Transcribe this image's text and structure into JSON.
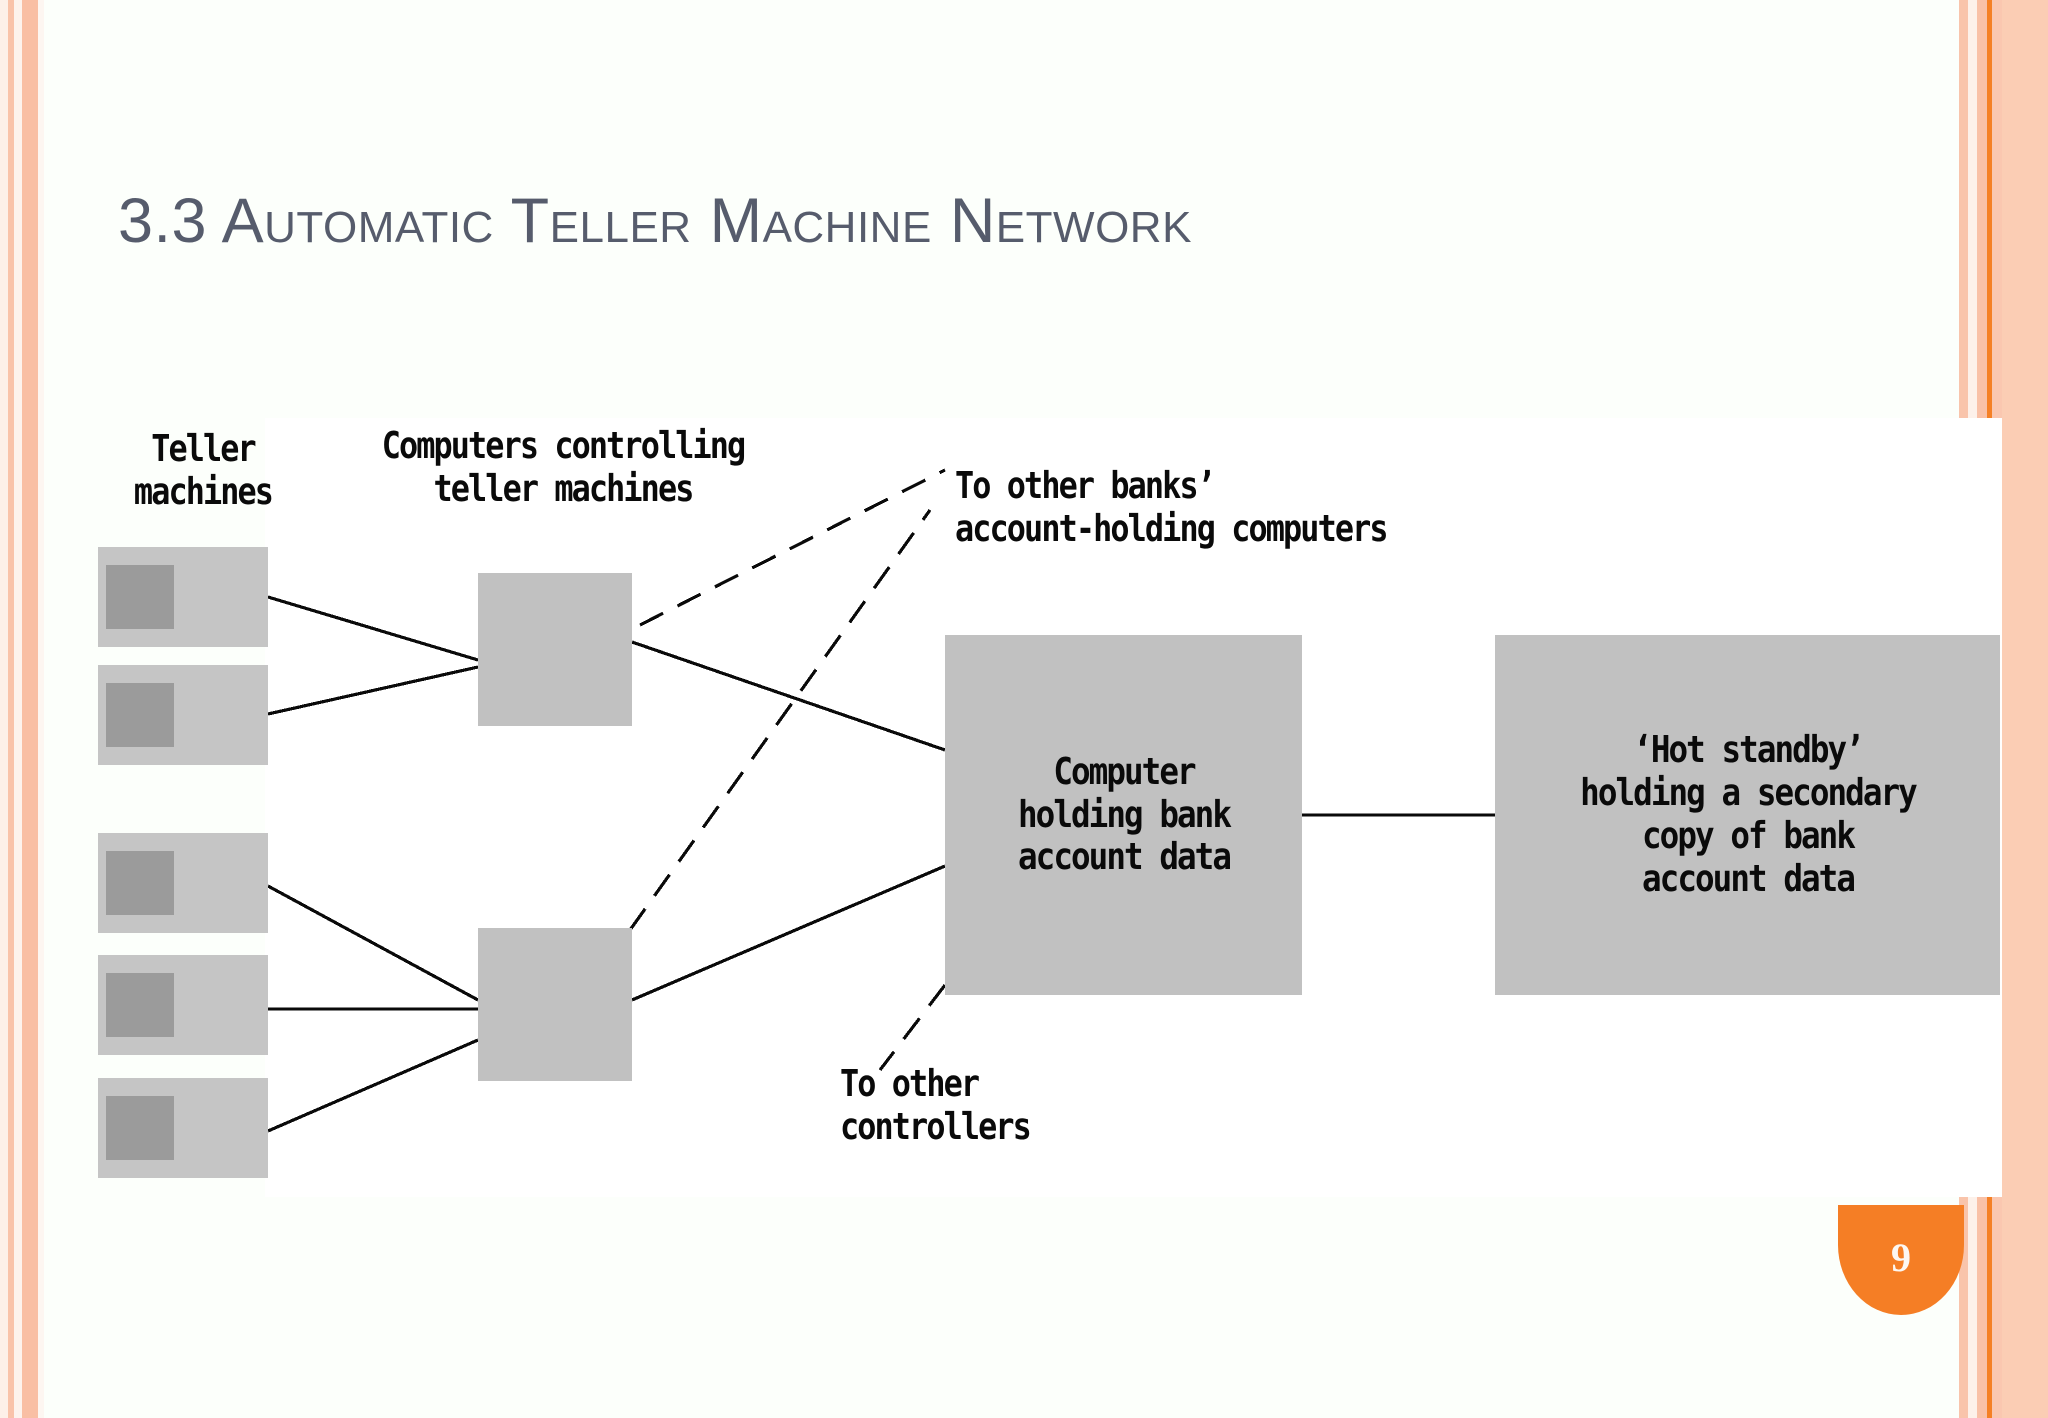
{
  "slide": {
    "number": "9",
    "title": "3.3 Automatic Teller Machine Network",
    "background_color": "#fcfffb",
    "title_color": "#565c6c",
    "accent_color": "#f57e25",
    "decor_color": "#fbcdb4"
  },
  "diagram": {
    "type": "network-diagram",
    "box_fill": "#c1c1c1",
    "teller_fill": "#c5c5c5",
    "teller_screen_fill": "#9b9b9b",
    "line_color": "#0a0a0a",
    "labels": {
      "teller_machines": "Teller\nmachines",
      "controllers": "Computers controlling\nteller machines",
      "other_banks": "To other banks’\naccount-holding computers",
      "other_controllers": "To other\ncontrollers"
    },
    "nodes": [
      {
        "id": "teller-1",
        "kind": "teller-machine"
      },
      {
        "id": "teller-2",
        "kind": "teller-machine"
      },
      {
        "id": "teller-3",
        "kind": "teller-machine"
      },
      {
        "id": "teller-4",
        "kind": "teller-machine"
      },
      {
        "id": "teller-5",
        "kind": "teller-machine"
      },
      {
        "id": "controller-1",
        "kind": "controller"
      },
      {
        "id": "controller-2",
        "kind": "controller"
      },
      {
        "id": "bank-computer",
        "kind": "data-box",
        "text": "Computer\nholding bank\naccount data"
      },
      {
        "id": "hot-standby",
        "kind": "data-box",
        "text": "‘Hot standby’\nholding a secondary\ncopy of bank\naccount data"
      }
    ],
    "edges": [
      {
        "from": "teller-1",
        "to": "controller-1",
        "style": "solid"
      },
      {
        "from": "teller-2",
        "to": "controller-1",
        "style": "solid"
      },
      {
        "from": "teller-3",
        "to": "controller-2",
        "style": "solid"
      },
      {
        "from": "teller-4",
        "to": "controller-2",
        "style": "solid"
      },
      {
        "from": "teller-5",
        "to": "controller-2",
        "style": "solid"
      },
      {
        "from": "controller-1",
        "to": "bank-computer",
        "style": "solid"
      },
      {
        "from": "controller-2",
        "to": "bank-computer",
        "style": "solid"
      },
      {
        "from": "controller-1",
        "to": "other-banks",
        "style": "dashed"
      },
      {
        "from": "controller-2",
        "to": "other-banks",
        "style": "dashed"
      },
      {
        "from": "bank-computer",
        "to": "other-controllers",
        "style": "dashed"
      },
      {
        "from": "bank-computer",
        "to": "hot-standby",
        "style": "solid"
      }
    ]
  }
}
